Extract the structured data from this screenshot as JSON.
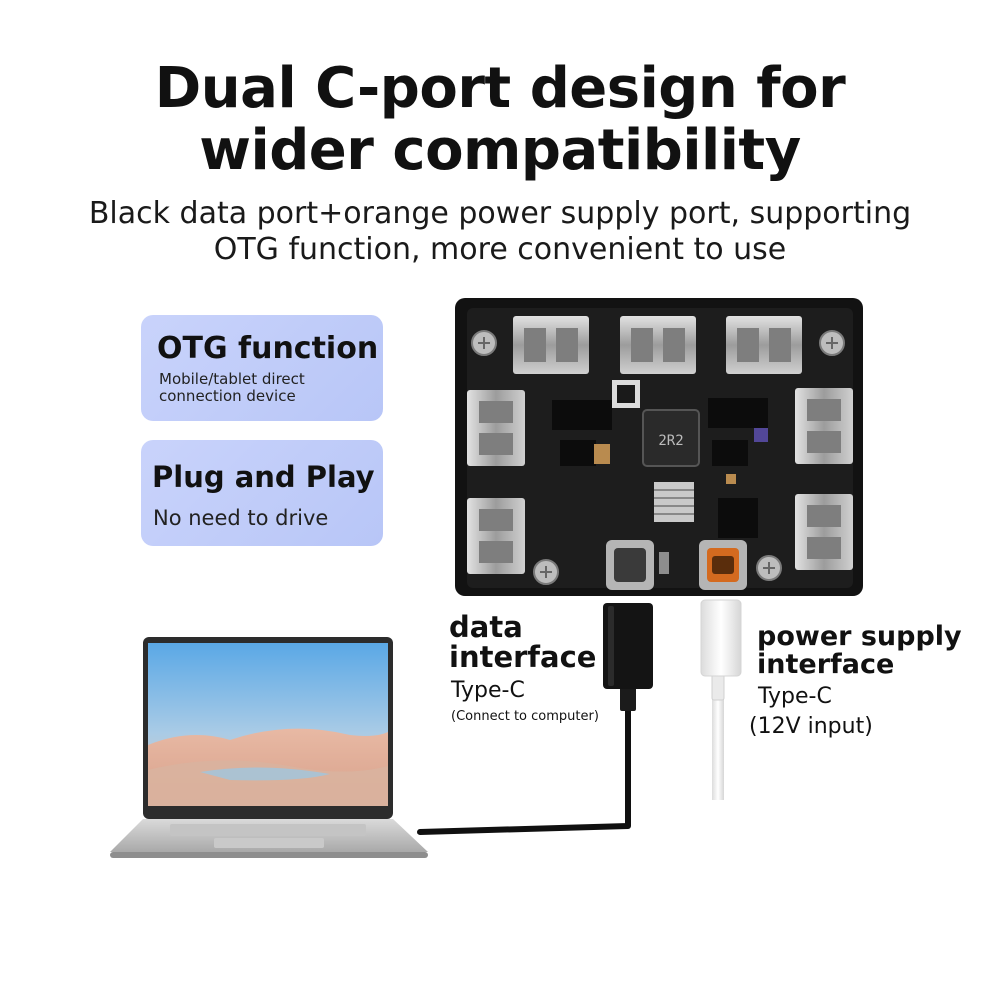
{
  "headline": {
    "line1": "Dual C-port design for",
    "line2": "wider compatibility"
  },
  "subheadline": {
    "line1": "Black data port+orange power supply port, supporting",
    "line2": "OTG function, more convenient to use"
  },
  "features": {
    "otg": {
      "title": "OTG function",
      "desc_line1": "Mobile/tablet direct",
      "desc_line2": "connection device"
    },
    "plug": {
      "title": "Plug and Play",
      "desc": "No need to drive"
    }
  },
  "data_interface": {
    "line1": "data",
    "line2": "interface",
    "type": "Type-C",
    "note": "(Connect to computer)"
  },
  "power_interface": {
    "line1": "power supply",
    "line2": "interface",
    "type": "Type-C",
    "note": "(12V input)"
  },
  "board": {
    "inductor_label": "2R2"
  },
  "colors": {
    "card_bg": "#bfcbf8",
    "board_black": "#121212",
    "pcb": "#1c1c1c",
    "port_metal": "#c8c8c8",
    "cable_black": "#111111",
    "cable_white": "#f4f4f4"
  }
}
